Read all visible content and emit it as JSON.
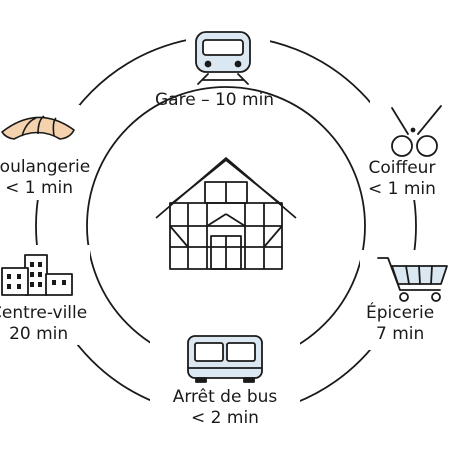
{
  "colors": {
    "ink": "#1a1a1a",
    "accent_fill": "#dbe8f2",
    "croissant_fill": "#f3d2ad",
    "background": "#ffffff"
  },
  "center": {
    "icon": "half-timbered-house-icon"
  },
  "places": {
    "gare": {
      "icon": "train-icon",
      "line1": "Gare – 10 min"
    },
    "coiffeur": {
      "icon": "scissors-icon",
      "line1": "Coiffeur",
      "line2": "< 1 min"
    },
    "epicerie": {
      "icon": "shopping-cart-icon",
      "line1": "Épicerie",
      "line2": "7 min"
    },
    "arret_bus": {
      "icon": "bus-icon",
      "line1": "Arrêt de bus",
      "line2": "< 2 min"
    },
    "centre_ville": {
      "icon": "city-buildings-icon",
      "line1": "Centre-ville",
      "line2": "20 min"
    },
    "boulangerie": {
      "icon": "croissant-icon",
      "line1": "Boulangerie",
      "line2": "< 1 min"
    }
  }
}
